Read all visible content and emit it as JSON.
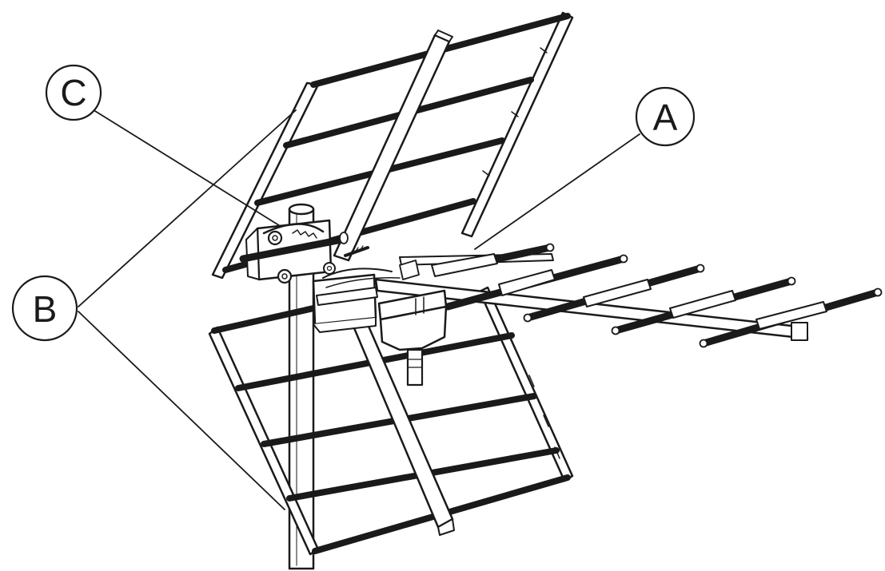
{
  "figure": {
    "callouts": {
      "a": "A",
      "b": "B",
      "c": "C"
    },
    "colors": {
      "line": "#1a1a1a",
      "background": "#ffffff"
    }
  }
}
